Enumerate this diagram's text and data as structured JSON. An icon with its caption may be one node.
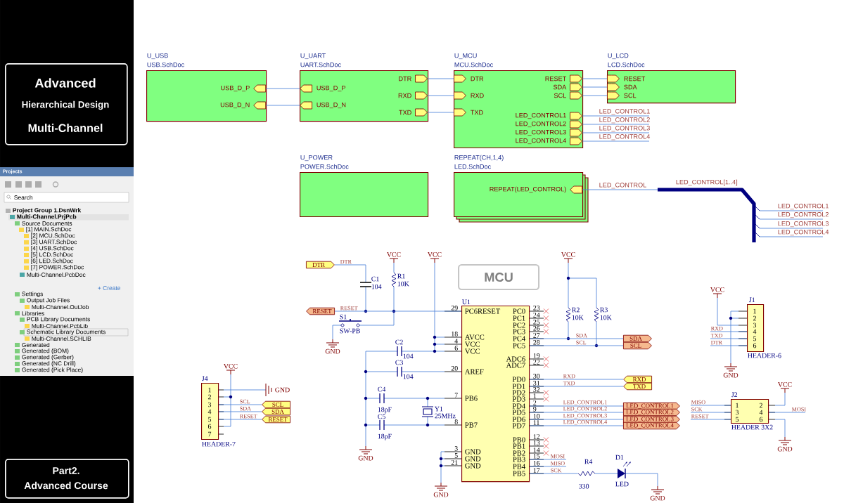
{
  "diagram": {
    "nodes": [
      {
        "text": [
          "Advanced",
          "Hierarchical Design",
          "Multi-Channel"
        ]
      },
      {
        "text": [
          "Part2.",
          "Advanced Course"
        ]
      },
      {
        "text": [
          "U_USB",
          "USB.SchDoc"
        ]
      },
      {
        "text": [
          "USB_D_P"
        ],
        "in": 2
      },
      {
        "text": [
          "USB_D_N"
        ],
        "in": 2
      },
      {
        "text": [
          "U_UART",
          "UART.SchDoc"
        ]
      },
      {
        "text": [
          "USB_D_P"
        ],
        "in": 5
      },
      {
        "text": [
          "USB_D_N"
        ],
        "in": 5
      },
      {
        "text": [
          "DTR"
        ],
        "in": 5
      },
      {
        "text": [
          "RXD"
        ],
        "in": 5
      },
      {
        "text": [
          "TXD"
        ],
        "in": 5
      },
      {
        "text": [
          "U_MCU",
          "MCU.SchDoc"
        ]
      },
      {
        "text": [
          "DTR"
        ],
        "in": 11
      },
      {
        "text": [
          "RXD"
        ],
        "in": 11
      },
      {
        "text": [
          "TXD"
        ],
        "in": 11
      },
      {
        "text": [
          "RESET"
        ],
        "in": 11
      },
      {
        "text": [
          "SDA"
        ],
        "in": 11
      },
      {
        "text": [
          "SCL"
        ],
        "in": 11
      },
      {
        "text": [
          "LED_CONTROL1"
        ],
        "in": 11
      },
      {
        "text": [
          "LED_CONTROL2"
        ],
        "in": 11
      },
      {
        "text": [
          "LED_CONTROL3"
        ],
        "in": 11
      },
      {
        "text": [
          "LED_CONTROL4"
        ],
        "in": 11
      },
      {
        "text": [
          "U_LCD",
          "LCD.SchDoc"
        ]
      },
      {
        "text": [
          "RESET"
        ],
        "in": 22
      },
      {
        "text": [
          "SDA"
        ],
        "in": 22
      },
      {
        "text": [
          "SCL"
        ],
        "in": 22
      },
      {
        "text": [
          "U_POWER",
          "POWER.SchDoc"
        ]
      },
      {
        "text": [
          "REPEAT(CH,1,4)",
          "LED.SchDoc"
        ]
      },
      {
        "text": [
          "REPEAT(LED_CONTROL)"
        ],
        "in": 27
      },
      {
        "text": [
          "MCU"
        ]
      },
      {
        "text": [
          "U1",
          "PC6RESET",
          "AVCC",
          "VCC",
          "VCC",
          "AREF",
          "PB6",
          "PB7",
          "GND",
          "GND",
          "GND",
          "PC0",
          "PC1",
          "PC2",
          "PC3",
          "PC4",
          "PC5",
          "ADC6",
          "ADC7",
          "PD0",
          "PD1",
          "PD2",
          "PD3",
          "PD4",
          "PD5",
          "PD6",
          "PD7",
          "PB0",
          "PB1",
          "PB2",
          "PB3",
          "PB4",
          "PB5"
        ],
        "beside": [
          "29",
          "18",
          "4",
          "6",
          "20",
          "7",
          "8",
          "3",
          "5",
          "21",
          "23",
          "24",
          "25",
          "26",
          "27",
          "28",
          "19",
          "22",
          "30",
          "31",
          "32",
          "1",
          "2",
          "9",
          "10",
          "11",
          "12",
          "13",
          "14",
          "15",
          "16",
          "17"
        ]
      },
      {
        "text": [
          "DTR"
        ]
      },
      {
        "text": [
          "RESET"
        ]
      },
      {
        "text": [
          "J4",
          "1",
          "2",
          "3",
          "4",
          "5",
          "6",
          "7"
        ],
        "beside": [
          "HEADER-7"
        ]
      },
      {
        "text": [
          "SCL"
        ]
      },
      {
        "text": [
          "SDA"
        ]
      },
      {
        "text": [
          "RESET"
        ]
      },
      {
        "text": [
          "SDA"
        ]
      },
      {
        "text": [
          "SCL"
        ]
      },
      {
        "text": [
          "RXD"
        ]
      },
      {
        "text": [
          "TXD"
        ]
      },
      {
        "text": [
          "LED_CONTROL1"
        ]
      },
      {
        "text": [
          "LED_CONTROL2"
        ]
      },
      {
        "text": [
          "LED_CONTROL3"
        ]
      },
      {
        "text": [
          "LED_CONTROL4"
        ]
      },
      {
        "text": [
          "J1",
          "1",
          "2",
          "3",
          "4",
          "5",
          "6"
        ],
        "beside": [
          "HEADER-6"
        ]
      },
      {
        "text": [
          "J2",
          "1",
          "2",
          "3",
          "4",
          "5",
          "6"
        ],
        "beside": [
          "HEADER 3X2"
        ]
      },
      {
        "text": [],
        "shape": "picture",
        "beside": [
          "R4",
          "330"
        ]
      }
    ],
    "edges": [
      {
        "from": 3,
        "to": 6,
        "arrow": "none"
      },
      {
        "from": 4,
        "to": 7,
        "arrow": "none"
      },
      {
        "from": 8,
        "to": 12,
        "arrow": "none"
      },
      {
        "from": 9,
        "to": 13,
        "arrow": "none"
      },
      {
        "from": 10,
        "to": 14,
        "arrow": "none"
      },
      {
        "from": 15,
        "to": 23,
        "arrow": "none"
      },
      {
        "from": 16,
        "to": 24,
        "arrow": "none"
      },
      {
        "from": 17,
        "to": 25,
        "arrow": "none"
      },
      {
        "from": 18,
        "to": null,
        "arrow": "none",
        "label": "LED_CONTROL1"
      },
      {
        "from": 19,
        "to": null,
        "arrow": "none",
        "label": "LED_CONTROL2"
      },
      {
        "from": 20,
        "to": null,
        "arrow": "none",
        "label": "LED_CONTROL3"
      },
      {
        "from": 21,
        "to": null,
        "arrow": "none",
        "label": "LED_CONTROL4"
      },
      {
        "from": 28,
        "to": null,
        "arrow": "none",
        "label": "LED_CONTROL"
      },
      {
        "from": 31,
        "to": null,
        "arrow": "none",
        "label": "DTR"
      },
      {
        "from": 32,
        "to": 30,
        "arrow": "none",
        "label": "RESET"
      },
      {
        "from": 33,
        "to": 34,
        "arrow": "none",
        "label": "SCL"
      },
      {
        "from": 33,
        "to": 35,
        "arrow": "none",
        "label": "SDA"
      },
      {
        "from": 33,
        "to": 36,
        "arrow": "none",
        "label": "RESET"
      },
      {
        "from": 30,
        "to": 37,
        "arrow": "none",
        "label": "SDA"
      },
      {
        "from": 30,
        "to": 38,
        "arrow": "none",
        "label": "SCL"
      },
      {
        "from": 30,
        "to": 39,
        "arrow": "none",
        "label": "RXD"
      },
      {
        "from": 30,
        "to": 40,
        "arrow": "none",
        "label": "TXD"
      },
      {
        "from": 30,
        "to": 41,
        "arrow": "none",
        "label": "LED_CONTROL1"
      },
      {
        "from": 30,
        "to": 42,
        "arrow": "none",
        "label": "LED_CONTROL2"
      },
      {
        "from": 30,
        "to": 43,
        "arrow": "none",
        "label": "LED_CONTROL3"
      },
      {
        "from": 30,
        "to": 44,
        "arrow": "none",
        "label": "LED_CONTROL4"
      },
      {
        "from": 30,
        "to": null,
        "arrow": "none",
        "label": "MOSI"
      },
      {
        "from": 30,
        "to": null,
        "arrow": "none",
        "label": "MISO"
      },
      {
        "from": 30,
        "to": 47,
        "arrow": "none",
        "label": "SCK"
      },
      {
        "from": null,
        "to": 45,
        "arrow": "none",
        "label": "RXD"
      },
      {
        "from": null,
        "to": 45,
        "arrow": "none",
        "label": "TXD"
      },
      {
        "from": null,
        "to": 45,
        "arrow": "none",
        "label": "DTR"
      },
      {
        "from": null,
        "to": 46,
        "arrow": "none",
        "label": "MISO"
      },
      {
        "from": null,
        "to": 46,
        "arrow": "none",
        "label": "SCK"
      },
      {
        "from": null,
        "to": 46,
        "arrow": "none",
        "label": "RESET"
      },
      {
        "from": 46,
        "to": null,
        "arrow": "none",
        "label": "MOSI"
      }
    ],
    "labels": [
      "Projects",
      "Search",
      "Project Group 1.DsnWrk",
      "Multi-Channel.PrjPcb",
      "Source Documents",
      "[1] MAIN.SchDoc",
      "[2] MCU.SchDoc",
      "[3] UART.SchDoc",
      "[4] USB.SchDoc",
      "[5] LCD.SchDoc",
      "[6] LED.SchDoc",
      "[7] POWER.SchDoc",
      "Multi-Channel.PcbDoc",
      "+ Create",
      "Settings",
      "Output Job Files",
      "Multi-Channel.OutJob",
      "Libraries",
      "PCB Library Documents",
      "Multi-Channel.PcbLib",
      "Schematic Library Documents",
      "Multi-Channel.SCHLIB",
      "Generated",
      "Generated (BOM)",
      "Generated (Gerber)",
      "Generated (NC Drill)",
      "Generated (Pick Place)",
      "LED_CONTROL[1..4]",
      "LED_CONTROL1",
      "LED_CONTROL2",
      "LED_CONTROL3",
      "LED_CONTROL4",
      "VCC",
      "VCC",
      "VCC",
      "C1",
      "104",
      "R1",
      "10K",
      "S1",
      "SW-PB",
      "GND",
      "R2",
      "10K",
      "R3",
      "10K",
      "C2",
      "104",
      "C3",
      "104",
      "C4",
      "18pF",
      "Y1",
      "C5",
      "25MHz",
      "18pF",
      "GND",
      "GND",
      "D1",
      "LED",
      "GND",
      "VCC",
      "GND",
      "VCC",
      "GND",
      "VCC",
      "GND"
    ]
  }
}
